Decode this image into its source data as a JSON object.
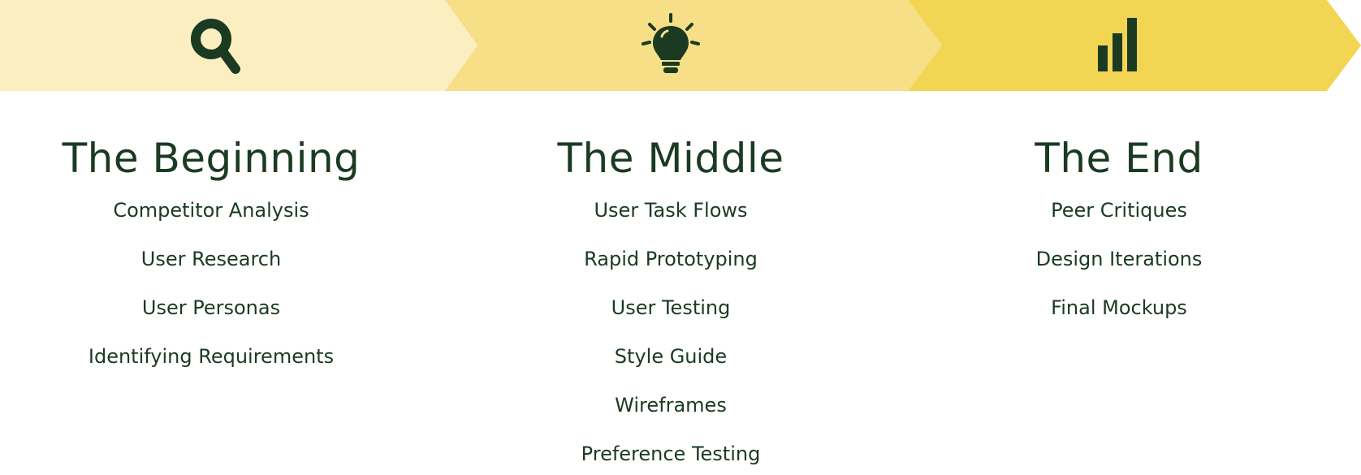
{
  "colors": {
    "stage_1_fill": "#fbefc2",
    "stage_2_fill": "#f6df86",
    "stage_3_fill": "#f3d554",
    "text": "#1b3a22",
    "icon": "#1b3a22"
  },
  "stages": [
    {
      "icon": "magnifying-glass-icon",
      "title": "The Beginning",
      "items": [
        "Competitor Analysis",
        "User Research",
        "User Personas",
        "Identifying Requirements"
      ]
    },
    {
      "icon": "lightbulb-icon",
      "title": "The Middle",
      "items": [
        "User Task Flows",
        "Rapid Prototyping",
        "User Testing",
        "Style Guide",
        "Wireframes",
        "Preference Testing"
      ]
    },
    {
      "icon": "bar-chart-icon",
      "title": "The End",
      "items": [
        "Peer Critiques",
        "Design Iterations",
        "Final Mockups"
      ]
    }
  ]
}
